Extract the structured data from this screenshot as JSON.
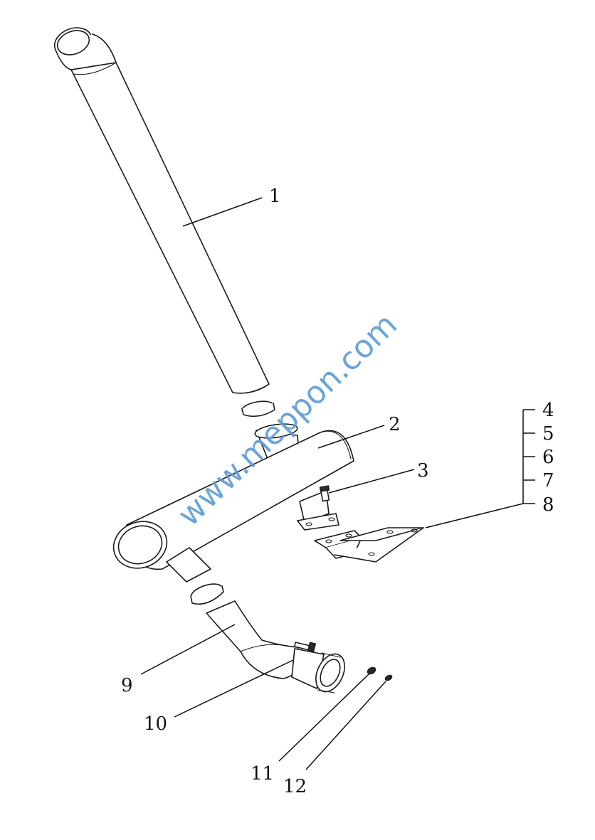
{
  "watermark": "www.meppon.com",
  "callouts": {
    "c1": "1",
    "c2": "2",
    "c3": "3",
    "c4": "4",
    "c5": "5",
    "c6": "6",
    "c7": "7",
    "c8": "8",
    "c9": "9",
    "c10": "10",
    "c11": "11",
    "c12": "12"
  },
  "colors": {
    "line": "#1a1a1a",
    "watermark": "#5b9bd5",
    "background": "#ffffff"
  }
}
